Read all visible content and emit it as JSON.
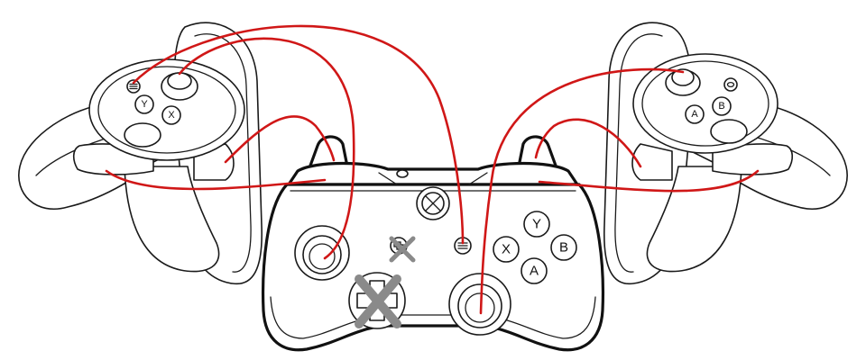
{
  "colors": {
    "wire": "#d01717",
    "outline": "#1a1a1a",
    "cross_mark": "#8a8a8a",
    "background": "#ffffff"
  },
  "gamepad": {
    "face_buttons": {
      "y": "Y",
      "x": "X",
      "b": "B",
      "a": "A"
    }
  },
  "touch_left": {
    "face_buttons": {
      "upper": "Y",
      "lower": "X"
    },
    "menu_icon": "hamburger-icon"
  },
  "touch_right": {
    "face_buttons": {
      "upper": "B",
      "lower": "A"
    },
    "home_icon": "oculus-icon"
  },
  "icons": {
    "unmapped_marker": "cross-mark-icon",
    "xbox_logo": "xbox-logo-icon",
    "view_button": "view-icon",
    "menu_button": "menu-icon"
  }
}
